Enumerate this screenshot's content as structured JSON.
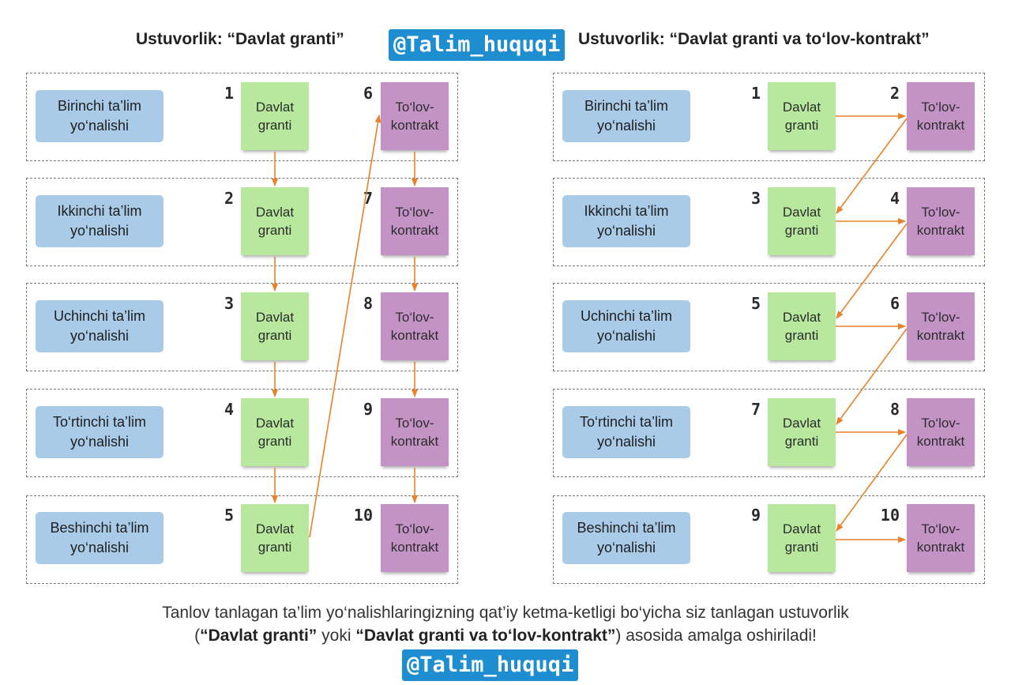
{
  "header": {
    "left_title": "Ustuvorlik: “Davlat granti”",
    "right_title": "Ustuvorlik: “Davlat granti va to‘lov-kontrakt”",
    "handle": "@Talim_huquqi"
  },
  "rows": [
    {
      "label": "Birinchi ta’lim\nyo‘nalishi"
    },
    {
      "label": "Ikkinchi ta’lim\nyo‘nalishi"
    },
    {
      "label": "Uchinchi ta’lim\nyo‘nalishi"
    },
    {
      "label": "To‘rtinchi ta’lim\nyo‘nalishi"
    },
    {
      "label": "Beshinchi ta’lim\nyo‘nalishi"
    }
  ],
  "cards": {
    "grant": "Davlat\ngranti",
    "contract": "To‘lov-\nkontrakt"
  },
  "left_numbers": {
    "grant": [
      "1",
      "2",
      "3",
      "4",
      "5"
    ],
    "contract": [
      "6",
      "7",
      "8",
      "9",
      "10"
    ]
  },
  "right_numbers": {
    "grant": [
      "1",
      "3",
      "5",
      "7",
      "9"
    ],
    "contract": [
      "2",
      "4",
      "6",
      "8",
      "10"
    ]
  },
  "footer": {
    "line1": "Tanlov tanlagan ta’lim yo‘nalishlaringizning qat’iy ketma-ketligi bo‘yicha siz tanlagan ustuvorlik",
    "open_paren": "(",
    "bold1": "“Davlat granti”",
    "mid": " yoki ",
    "bold2": "“Davlat granti va to‘lov-kontrakt”",
    "tail": ") asosida amalga oshiriladi!",
    "handle": "@Talim_huquqi"
  },
  "colors": {
    "direction": "#a9cbe8",
    "grant": "#b7e89d",
    "contract": "#c493c6",
    "arrow": "#e8822a",
    "handle_bg": "#1f8ed1"
  }
}
